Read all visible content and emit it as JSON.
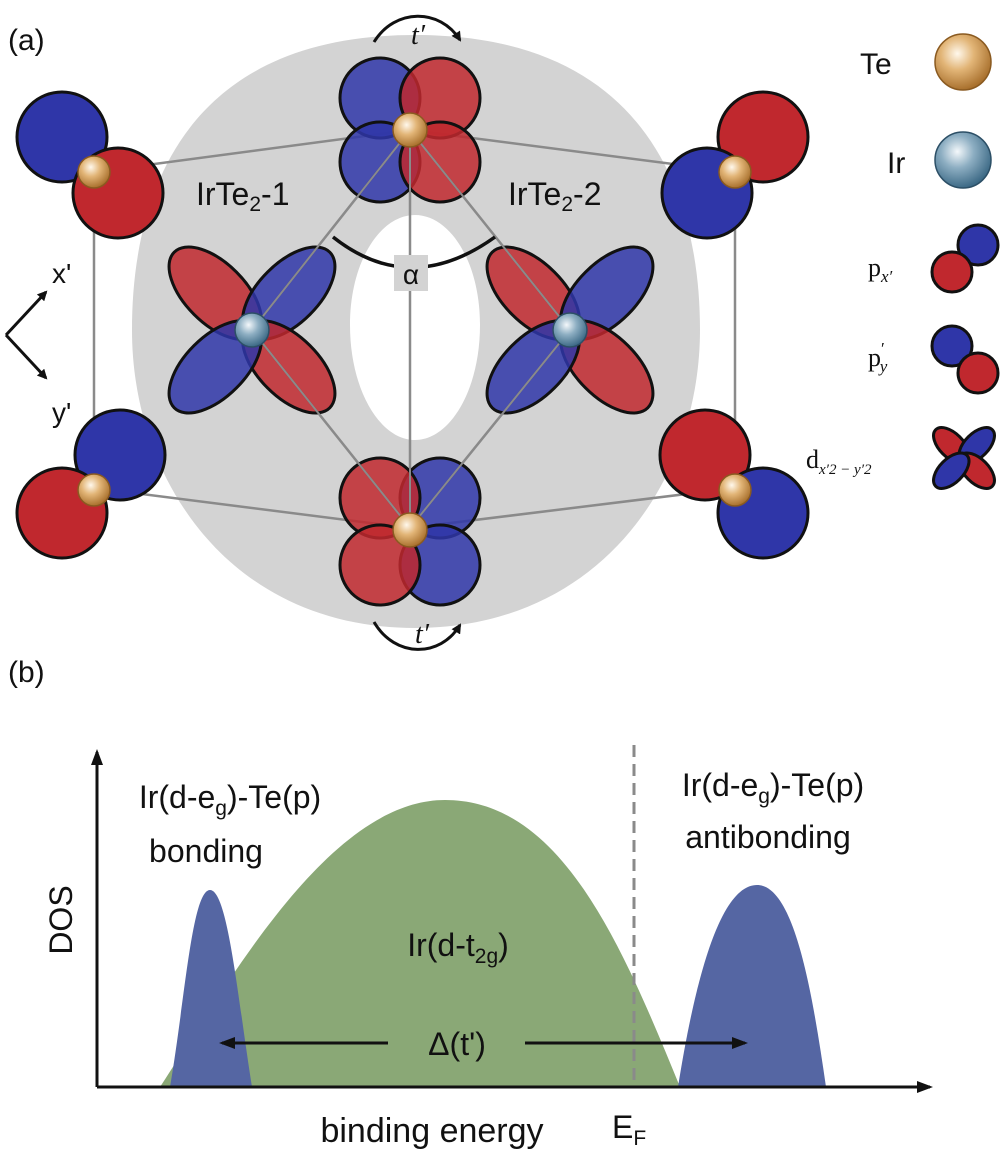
{
  "panel_a": {
    "label": "(a)",
    "region_left": "IrTe",
    "region_left_sub": "2",
    "region_left_suffix": "-1",
    "region_right": "IrTe",
    "region_right_sub": "2",
    "region_right_suffix": "-2",
    "angle_label": "α",
    "hop_top": "t′",
    "hop_bottom": "t′",
    "axis_x": "x'",
    "axis_y": "y'",
    "legend": {
      "te_label": "Te",
      "ir_label": "Ir",
      "px_label": "p",
      "px_sub": "x′",
      "py_label": "p",
      "py_sup": "′",
      "py_sub": "y",
      "d_label": "d",
      "d_sub": "x′2 − y′2"
    }
  },
  "panel_b": {
    "label": "(b)",
    "ylabel": "DOS",
    "xlabel": "binding energy",
    "fermi_main": "E",
    "fermi_sub": "F",
    "bonding_line1_a": "Ir(d-e",
    "bonding_line1_sub": "g",
    "bonding_line1_b": ")-Te(p)",
    "bonding_line2": "bonding",
    "antibonding_line1_a": "Ir(d-e",
    "antibonding_line1_sub": "g",
    "antibonding_line1_b": ")-Te(p)",
    "antibonding_line2": "antibonding",
    "t2g_a": "Ir(d-t",
    "t2g_sub": "2g",
    "t2g_b": ")",
    "gap_label": "Δ(t')"
  },
  "colors": {
    "red_lobe": "#c0282e",
    "blue_lobe": "#2f36a8",
    "gray_region": "#d3d3d3",
    "green_band": "#8aa876",
    "blue_band": "#5566a3",
    "te_atom": "#d4a05a",
    "ir_atom": "#6f95ad"
  }
}
